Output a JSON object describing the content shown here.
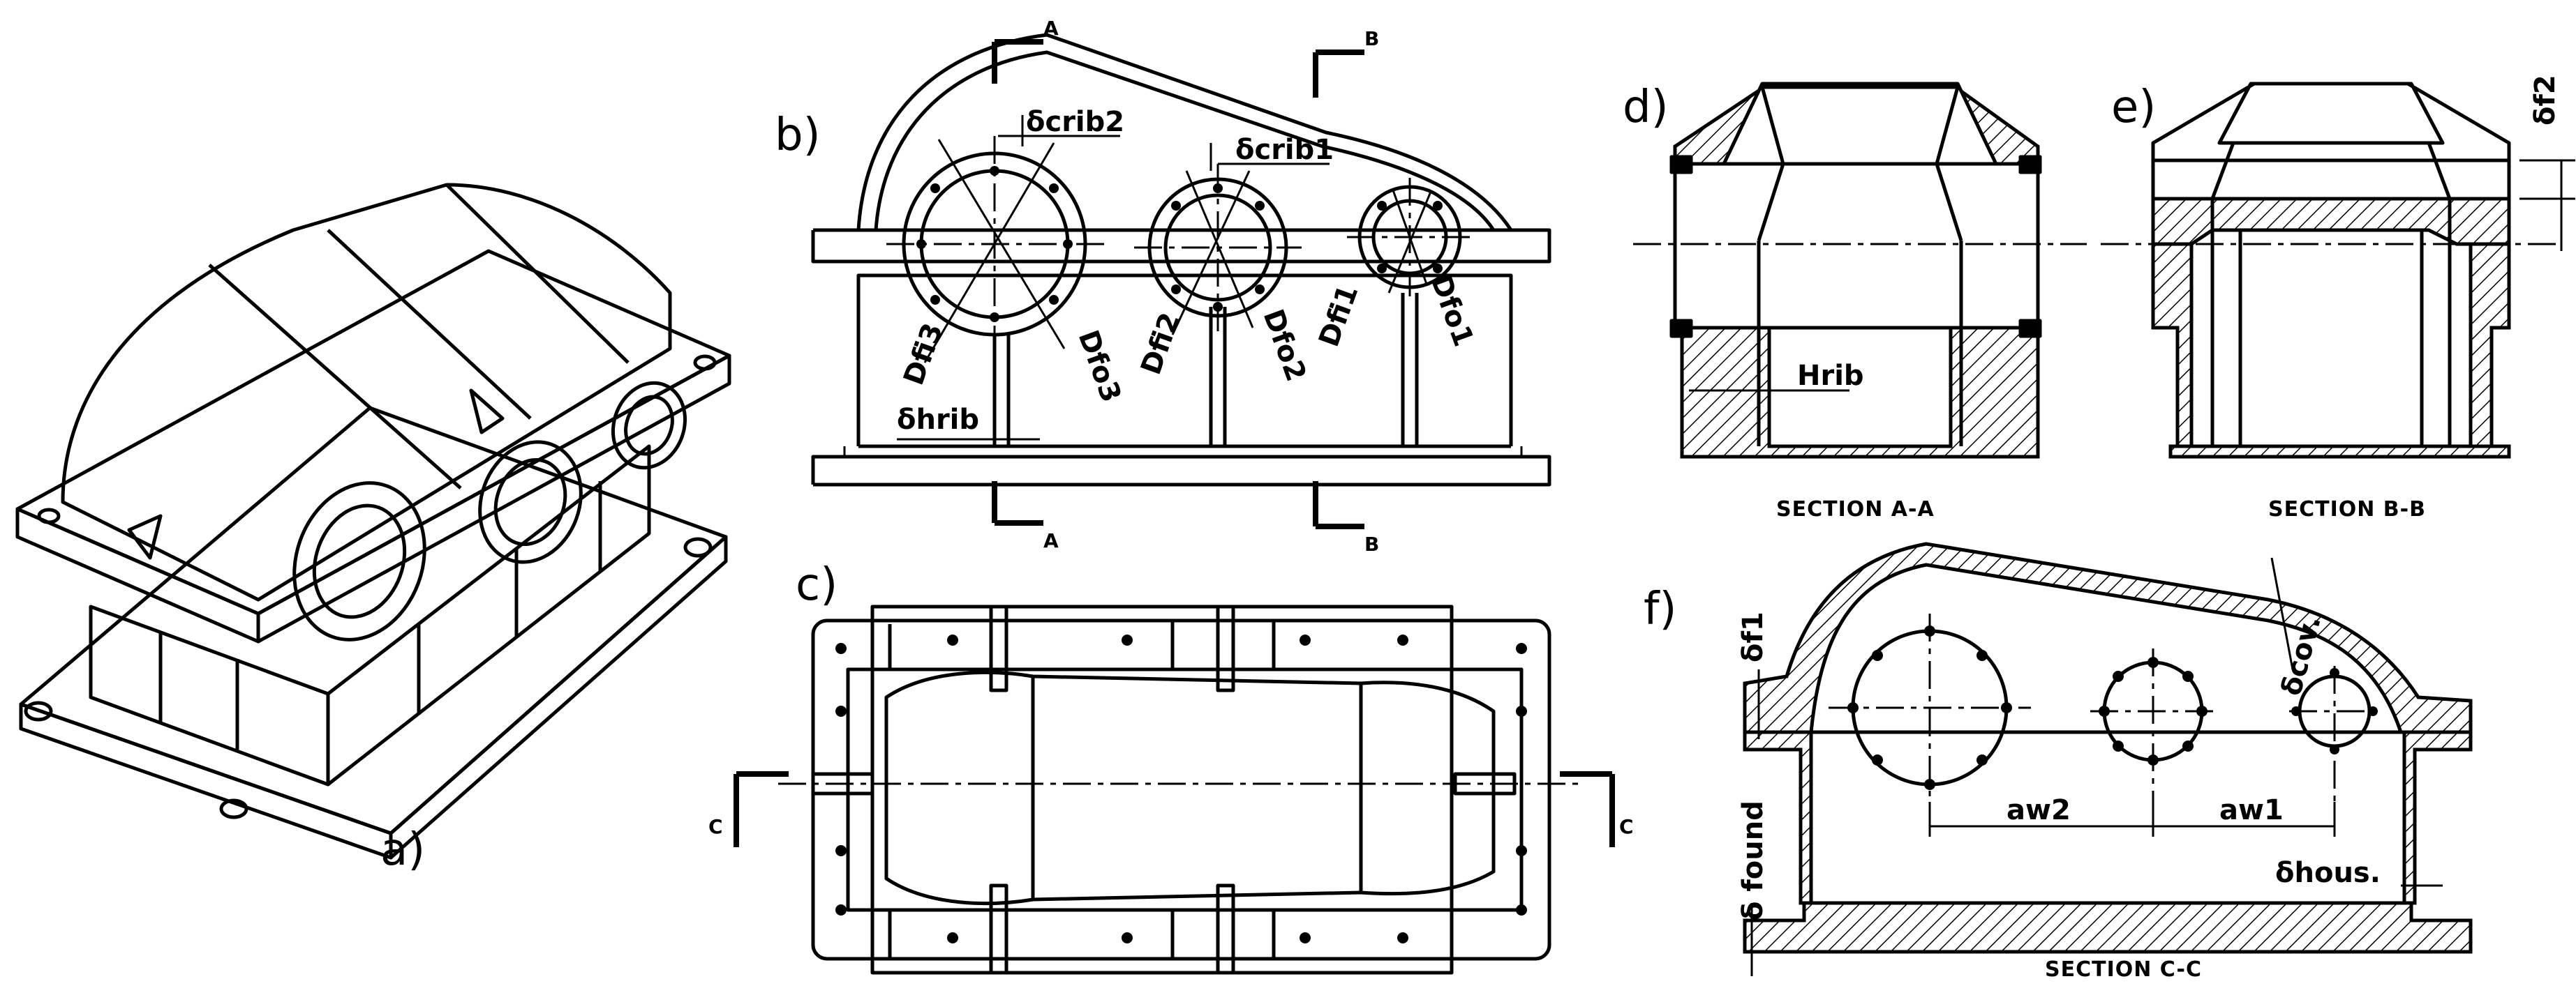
{
  "panels": {
    "a": "a)",
    "b": "b)",
    "c": "c)",
    "d": "d)",
    "e": "e)",
    "f": "f)"
  },
  "section_markers": {
    "a": "A",
    "b": "B",
    "c": "C"
  },
  "labels_b": {
    "crib2": "δcrib2",
    "crib1": "δcrib1",
    "dfi3": "Dfi3",
    "dfo3": "Dfo3",
    "dfi2": "Dfi2",
    "dfo2": "Dfo2",
    "dfi1": "Dfi1",
    "dfo1": "Dfo1",
    "hrib": "δhrib"
  },
  "labels_d": {
    "hrib": "Hrib",
    "section": "SECTION A-A"
  },
  "labels_e": {
    "df2": "δf2",
    "section": "SECTION B-B"
  },
  "labels_f": {
    "df1": "δf1",
    "dcov": "δcov.",
    "aw2": "aw2",
    "aw1": "aw1",
    "found": "δ found",
    "hous": "δhous.",
    "section": "SECTION C-C"
  }
}
